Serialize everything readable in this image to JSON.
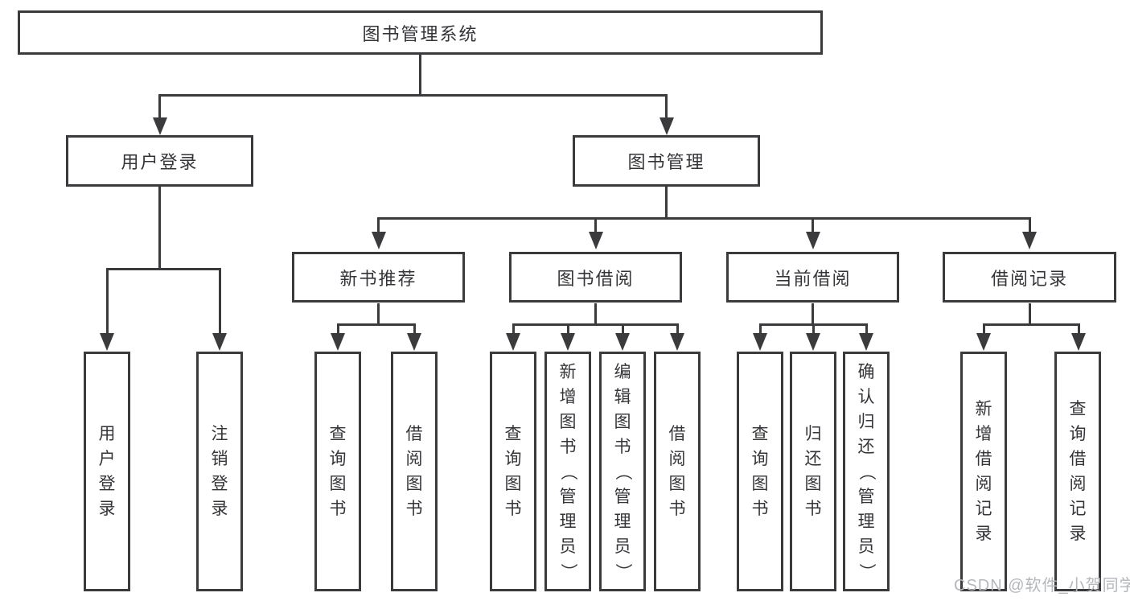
{
  "tree": {
    "root": {
      "label": "图书管理系统",
      "children": [
        {
          "label": "用户登录",
          "children": [
            {
              "label": "用户登录"
            },
            {
              "label": "注销登录"
            }
          ]
        },
        {
          "label": "图书管理",
          "children": [
            {
              "label": "新书推荐",
              "children": [
                {
                  "label": "查询图书"
                },
                {
                  "label": "借阅图书"
                }
              ]
            },
            {
              "label": "图书借阅",
              "children": [
                {
                  "label": "查询图书"
                },
                {
                  "label": "新增图书（管理员）"
                },
                {
                  "label": "编辑图书（管理员）"
                },
                {
                  "label": "借阅图书"
                }
              ]
            },
            {
              "label": "当前借阅",
              "children": [
                {
                  "label": "查询图书"
                },
                {
                  "label": "归还图书"
                },
                {
                  "label": "确认归还（管理员）"
                }
              ]
            },
            {
              "label": "借阅记录",
              "children": [
                {
                  "label": "新增借阅记录"
                },
                {
                  "label": "查询借阅记录"
                }
              ]
            }
          ]
        }
      ]
    }
  },
  "watermark": "CSDN @软件_小贺同学",
  "colors": {
    "line": "#3b3b3e",
    "text": "#353539",
    "background": "#ffffff",
    "watermark": "#b4b7bc"
  }
}
